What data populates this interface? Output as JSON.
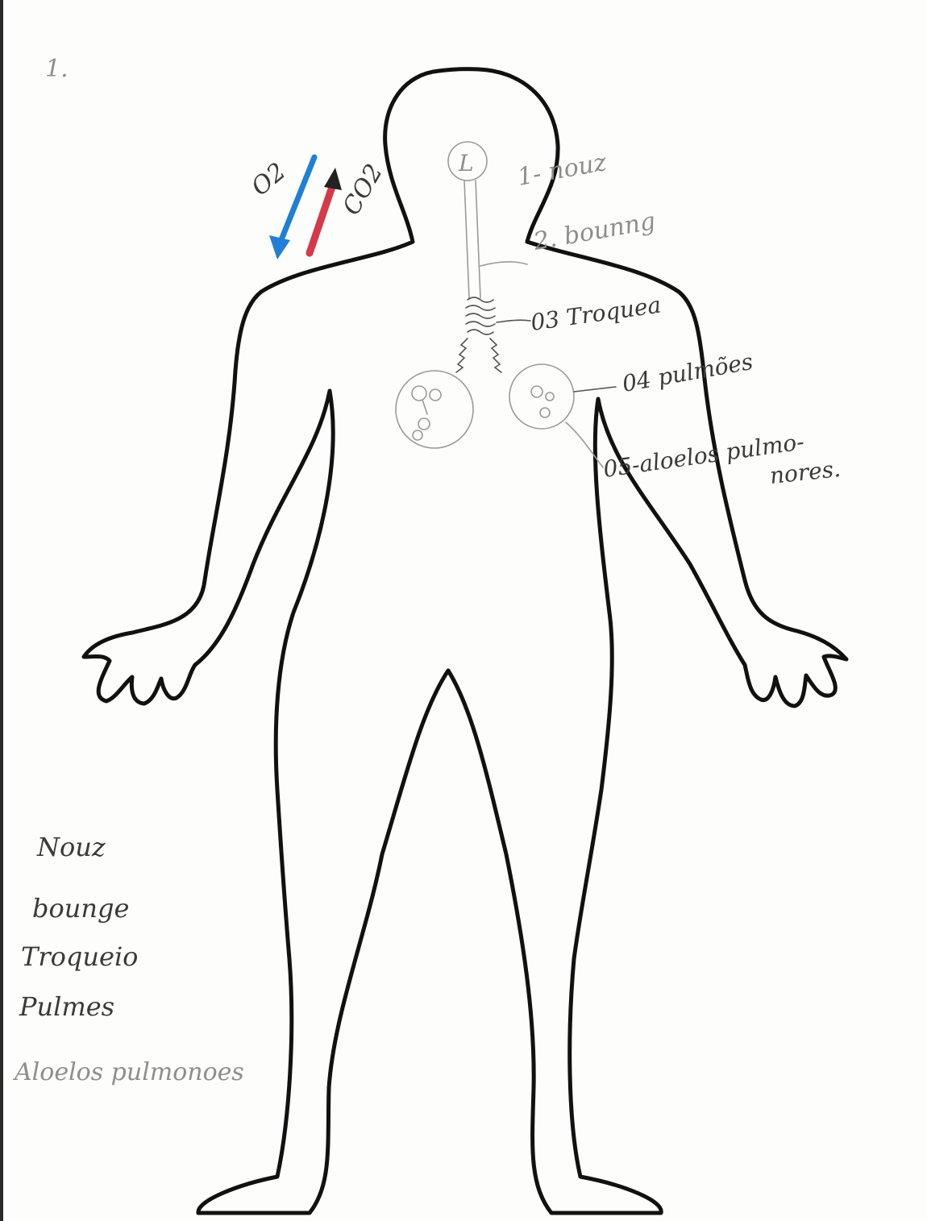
{
  "page_number": "1.",
  "gas_exchange": {
    "in_label": "O2",
    "out_label": "CO2",
    "in_color": "#1f7fd6",
    "out_color": "#d43a4a"
  },
  "organ_symbol": "L",
  "labels": [
    "1- nouz",
    "2. bounng",
    "03 Troquea",
    "04 pulmões",
    "05-aloelos pulmo-",
    "nores."
  ],
  "word_list": [
    "Nouz",
    "bounge",
    "Troqueio",
    "Pulmes",
    "Aloelos pulmonoes"
  ]
}
